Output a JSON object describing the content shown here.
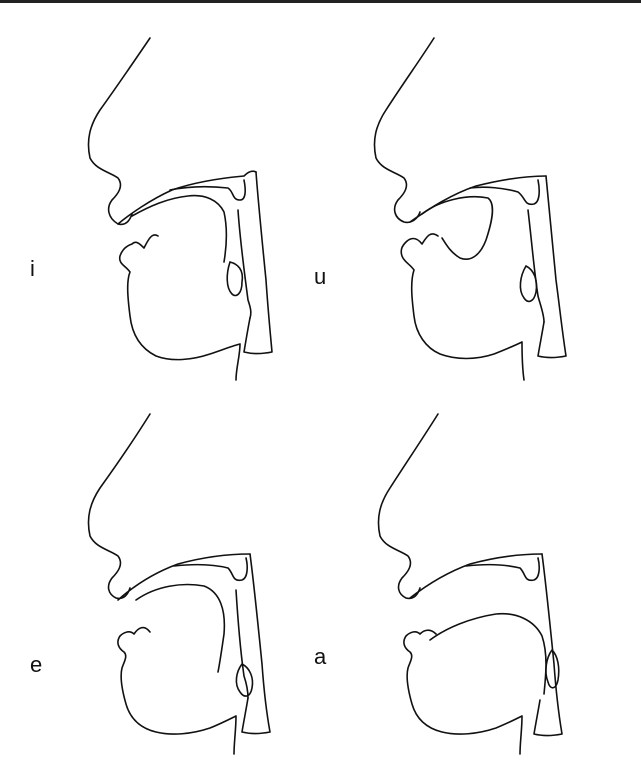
{
  "figure": {
    "panels": [
      {
        "id": "i",
        "label": "i"
      },
      {
        "id": "u",
        "label": "u"
      },
      {
        "id": "e",
        "label": "e"
      },
      {
        "id": "a",
        "label": "a"
      }
    ]
  }
}
